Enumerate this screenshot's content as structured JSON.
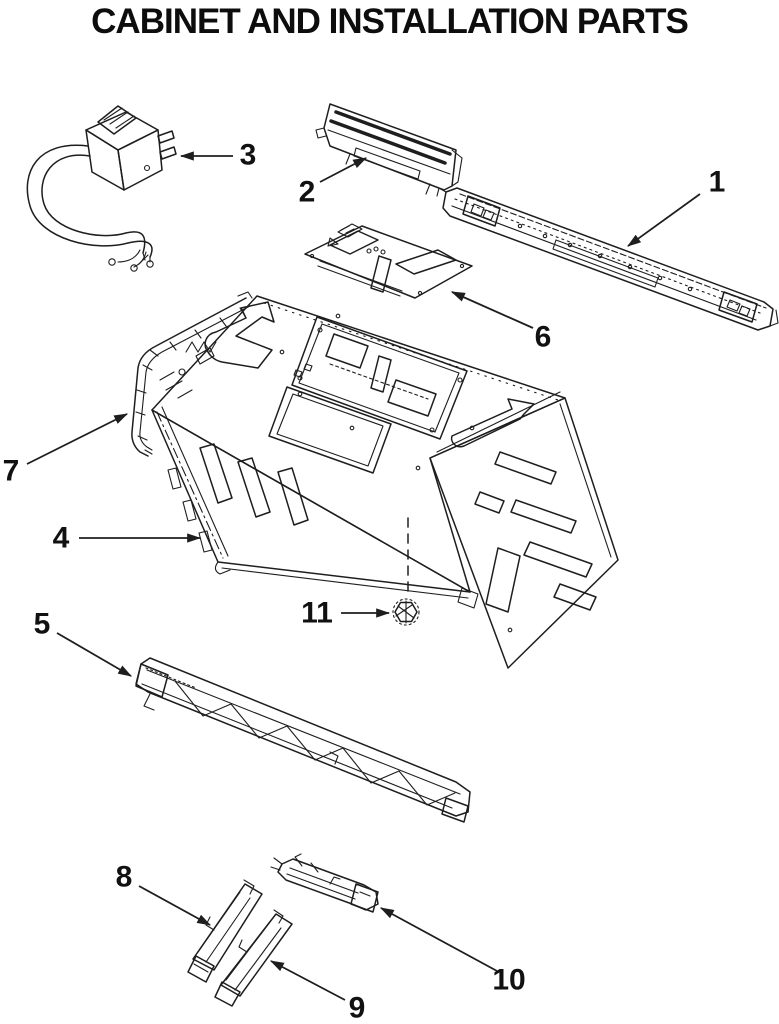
{
  "title": "CABINET AND INSTALLATION PARTS",
  "colors": {
    "background": "#ffffff",
    "line": "#1e1e1e",
    "text": "#111111"
  },
  "callouts": [
    {
      "label": "1"
    },
    {
      "label": "2"
    },
    {
      "label": "3"
    },
    {
      "label": "4"
    },
    {
      "label": "5"
    },
    {
      "label": "6"
    },
    {
      "label": "7"
    },
    {
      "label": "8"
    },
    {
      "label": "9"
    },
    {
      "label": "10"
    },
    {
      "label": "11"
    }
  ]
}
